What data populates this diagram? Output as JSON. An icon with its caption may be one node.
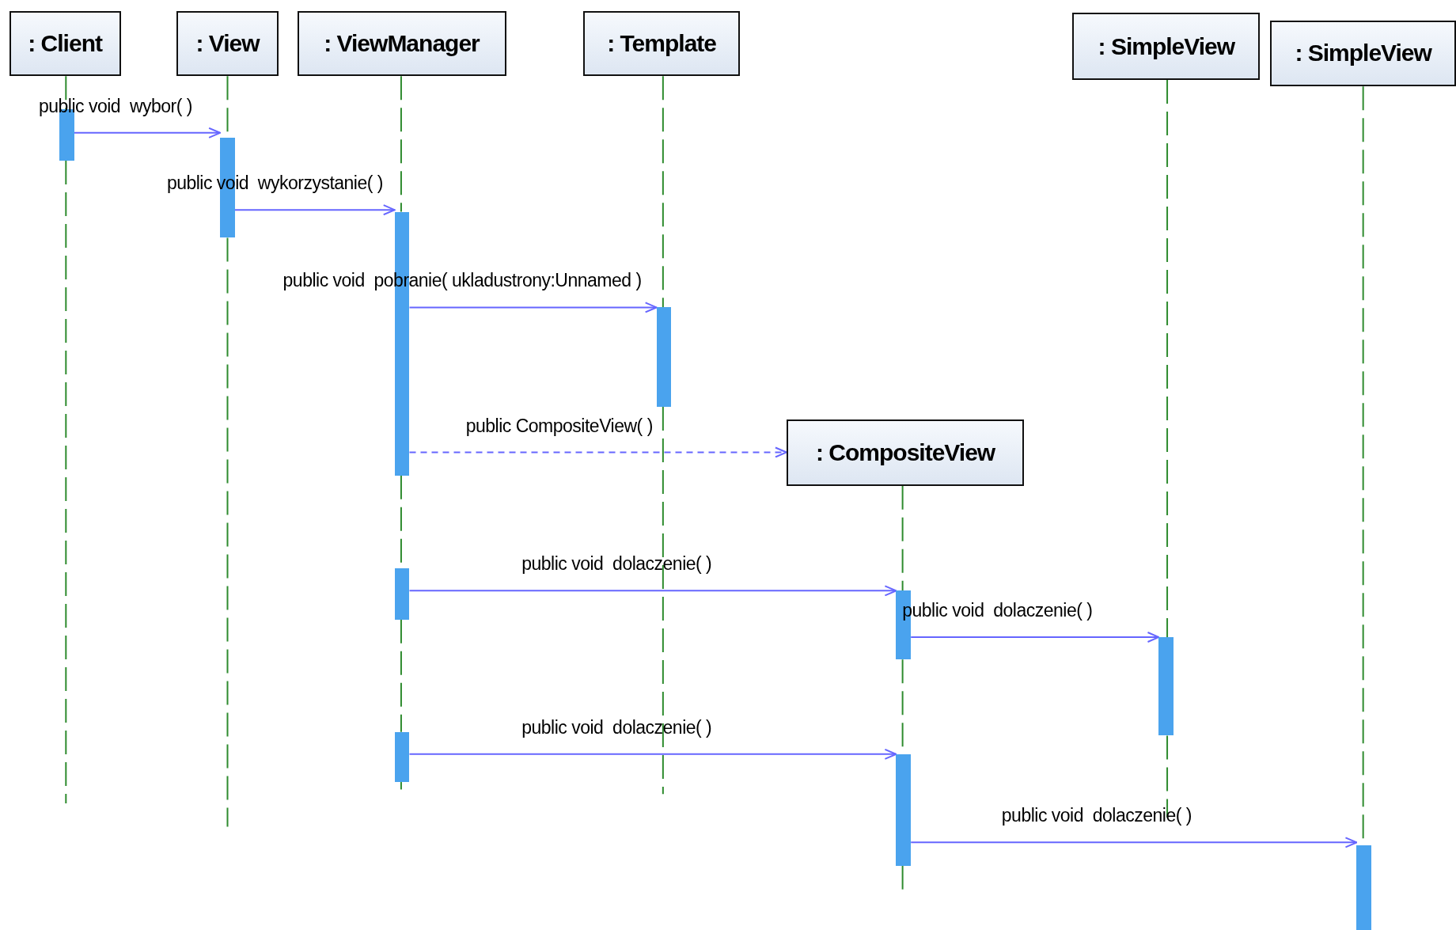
{
  "diagram": {
    "nodes": [
      {
        "text": [
          ": Client"
        ]
      },
      {
        "text": [
          ": View"
        ]
      },
      {
        "text": [
          ": ViewManager"
        ]
      },
      {
        "text": [
          ": Template"
        ]
      },
      {
        "text": [
          ": SimpleView"
        ]
      },
      {
        "text": [
          ": SimpleView"
        ]
      },
      {
        "text": [
          ": CompositeView"
        ]
      },
      {
        "text": [],
        "shape": "bar"
      },
      {
        "text": [],
        "shape": "bar"
      },
      {
        "text": [],
        "shape": "bar"
      },
      {
        "text": [],
        "shape": "bar"
      },
      {
        "text": [],
        "shape": "bar"
      },
      {
        "text": [],
        "shape": "bar"
      },
      {
        "text": [],
        "shape": "bar"
      },
      {
        "text": [],
        "shape": "bar"
      },
      {
        "text": [],
        "shape": "bar"
      },
      {
        "text": [],
        "shape": "bar"
      }
    ],
    "edges": [
      {
        "from": 7,
        "to": 8,
        "arrow": "to",
        "label": "public void  wybor( )",
        "color": "#6666ff"
      },
      {
        "from": 8,
        "to": 9,
        "arrow": "to",
        "label": "public void  wykorzystanie( )",
        "color": "#6666ff"
      },
      {
        "from": 9,
        "to": 10,
        "arrow": "to",
        "label": "public void  pobranie( ukladustrony:Unnamed )",
        "color": "#6666ff"
      },
      {
        "from": 9,
        "to": 6,
        "arrow": "to",
        "label": "public CompositeView( )",
        "style": "dashed",
        "color": "#6666ff"
      },
      {
        "from": 11,
        "to": 12,
        "arrow": "to",
        "label": "public void  dolaczenie( )",
        "color": "#6666ff"
      },
      {
        "from": 12,
        "to": 13,
        "arrow": "to",
        "label": "public void  dolaczenie( )",
        "color": "#6666ff"
      },
      {
        "from": 14,
        "to": 15,
        "arrow": "to",
        "label": "public void  dolaczenie( )",
        "color": "#6666ff"
      },
      {
        "from": 15,
        "to": 16,
        "arrow": "to",
        "label": "public void  dolaczenie( )",
        "color": "#6666ff"
      },
      {
        "from": 0,
        "to": 7,
        "arrow": "none",
        "style": "dashed",
        "color": "#2e8b2e"
      },
      {
        "from": 7,
        "to": null,
        "arrow": "none",
        "style": "dashed",
        "color": "#2e8b2e"
      },
      {
        "from": 1,
        "to": 8,
        "arrow": "none",
        "style": "dashed",
        "color": "#2e8b2e"
      },
      {
        "from": 8,
        "to": null,
        "arrow": "none",
        "style": "dashed",
        "color": "#2e8b2e"
      },
      {
        "from": 2,
        "to": 9,
        "arrow": "none",
        "style": "dashed",
        "color": "#2e8b2e"
      },
      {
        "from": 9,
        "to": 11,
        "arrow": "none",
        "style": "dashed",
        "color": "#2e8b2e"
      },
      {
        "from": 11,
        "to": 14,
        "arrow": "none",
        "style": "dashed",
        "color": "#2e8b2e"
      },
      {
        "from": 14,
        "to": null,
        "arrow": "none",
        "style": "dashed",
        "color": "#2e8b2e"
      },
      {
        "from": 3,
        "to": 10,
        "arrow": "none",
        "style": "dashed",
        "color": "#2e8b2e"
      },
      {
        "from": 10,
        "to": null,
        "arrow": "none",
        "style": "dashed",
        "color": "#2e8b2e"
      },
      {
        "from": 4,
        "to": 13,
        "arrow": "none",
        "style": "dashed",
        "color": "#2e8b2e"
      },
      {
        "from": 13,
        "to": null,
        "arrow": "none",
        "style": "dashed",
        "color": "#2e8b2e"
      },
      {
        "from": 5,
        "to": 16,
        "arrow": "none",
        "style": "dashed",
        "color": "#2e8b2e"
      },
      {
        "from": 6,
        "to": 12,
        "arrow": "none",
        "style": "dashed",
        "color": "#2e8b2e"
      },
      {
        "from": 12,
        "to": 15,
        "arrow": "none",
        "style": "dashed",
        "color": "#2e8b2e"
      },
      {
        "from": 15,
        "to": null,
        "arrow": "none",
        "style": "dashed",
        "color": "#2e8b2e"
      }
    ]
  }
}
